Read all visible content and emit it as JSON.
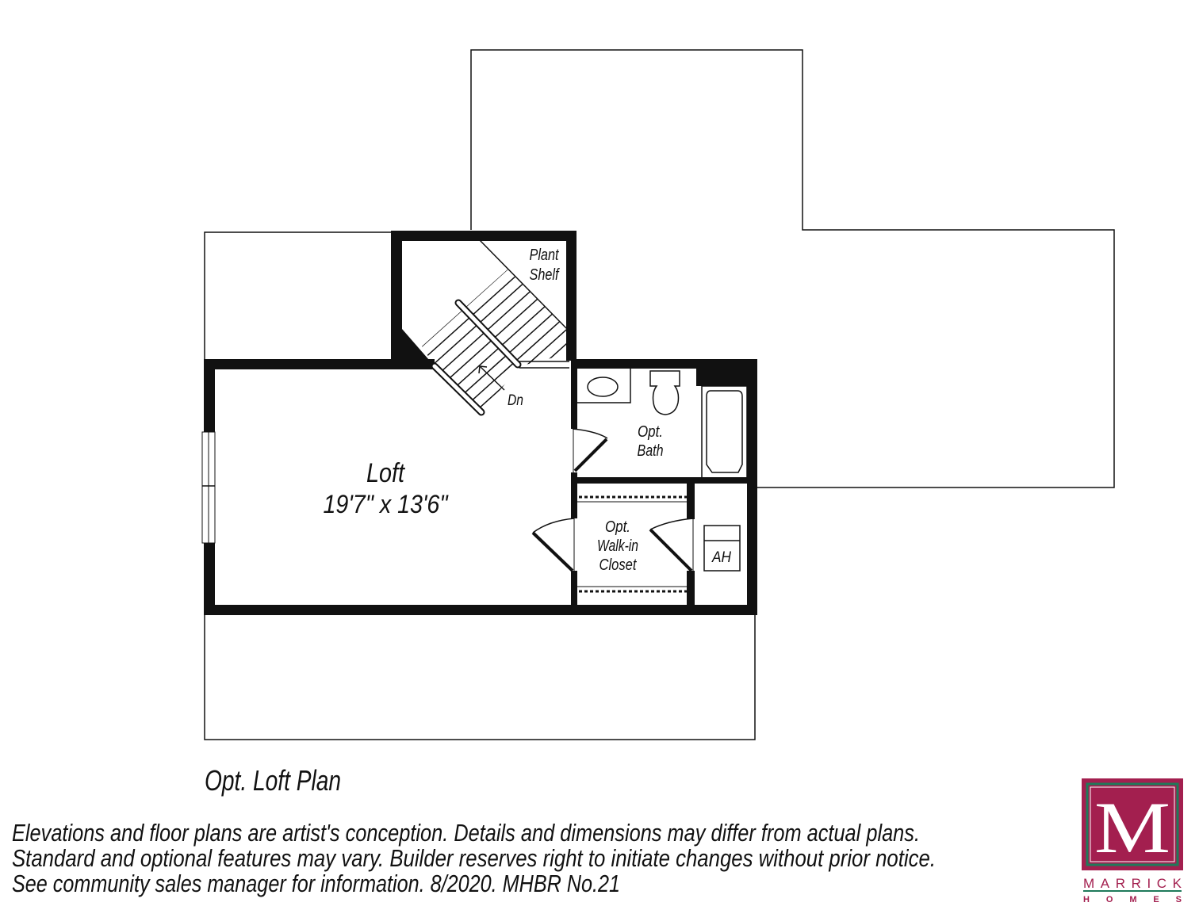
{
  "plan": {
    "title": "Opt. Loft Plan",
    "rooms": {
      "loft_name": "Loft",
      "loft_size": "19'7\" x 13'6\"",
      "plant_shelf_1": "Plant",
      "plant_shelf_2": "Shelf",
      "stairs_dn": "Dn",
      "bath_1": "Opt.",
      "bath_2": "Bath",
      "closet_1": "Opt.",
      "closet_2": "Walk-in",
      "closet_3": "Closet",
      "ah": "AH"
    },
    "stair_tread_count": 11
  },
  "disclaimer": [
    "Elevations and floor plans are artist's conception. Details and dimensions may differ from actual plans.",
    "Standard and optional features may vary. Builder reserves right to initiate changes without prior notice.",
    "See community sales manager for information. 8/2020. MHBR No.21"
  ],
  "logo": {
    "letter": "M",
    "name": "MARRICK",
    "sub": "HOMES",
    "colors": {
      "crimson": "#a31f4f",
      "green": "#1f7a5a"
    }
  }
}
